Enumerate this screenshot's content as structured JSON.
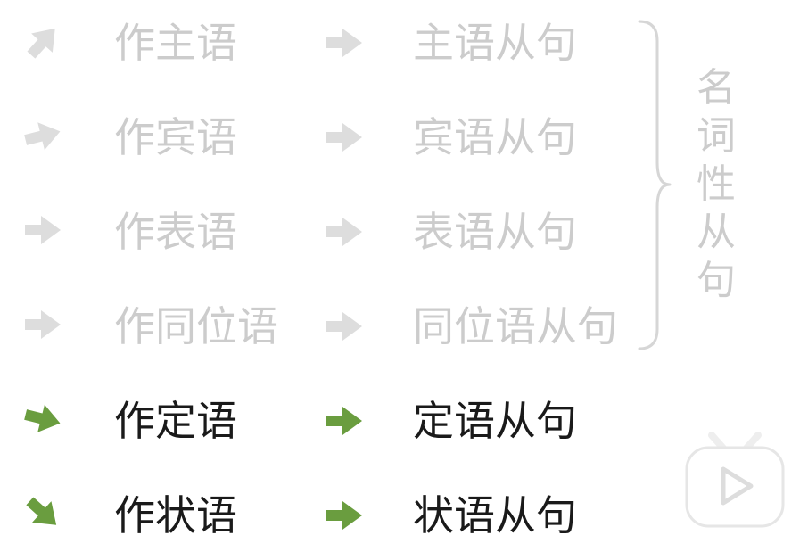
{
  "rows": [
    {
      "role": "作主语",
      "clause": "主语从句",
      "highlight": false,
      "arrow_direction": "up-right"
    },
    {
      "role": "作宾语",
      "clause": "宾语从句",
      "highlight": false,
      "arrow_direction": "slight-up-right"
    },
    {
      "role": "作表语",
      "clause": "表语从句",
      "highlight": false,
      "arrow_direction": "right"
    },
    {
      "role": "作同位语",
      "clause": "同位语从句",
      "highlight": false,
      "arrow_direction": "right"
    },
    {
      "role": "作定语",
      "clause": "定语从句",
      "highlight": true,
      "arrow_direction": "slight-down-right"
    },
    {
      "role": "作状语",
      "clause": "状语从句",
      "highlight": true,
      "arrow_direction": "down-right"
    }
  ],
  "group_label": [
    "名",
    "词",
    "性",
    "从",
    "句"
  ],
  "colors": {
    "muted_text": "#cccccc",
    "muted_arrow": "#dddddd",
    "highlight_text": "#1a1a1a",
    "highlight_arrow": "#6a9d3f"
  },
  "icons": {
    "arrow": "arrow-icon",
    "brace": "right-curly-brace",
    "logo": "tv-play-logo-icon"
  }
}
